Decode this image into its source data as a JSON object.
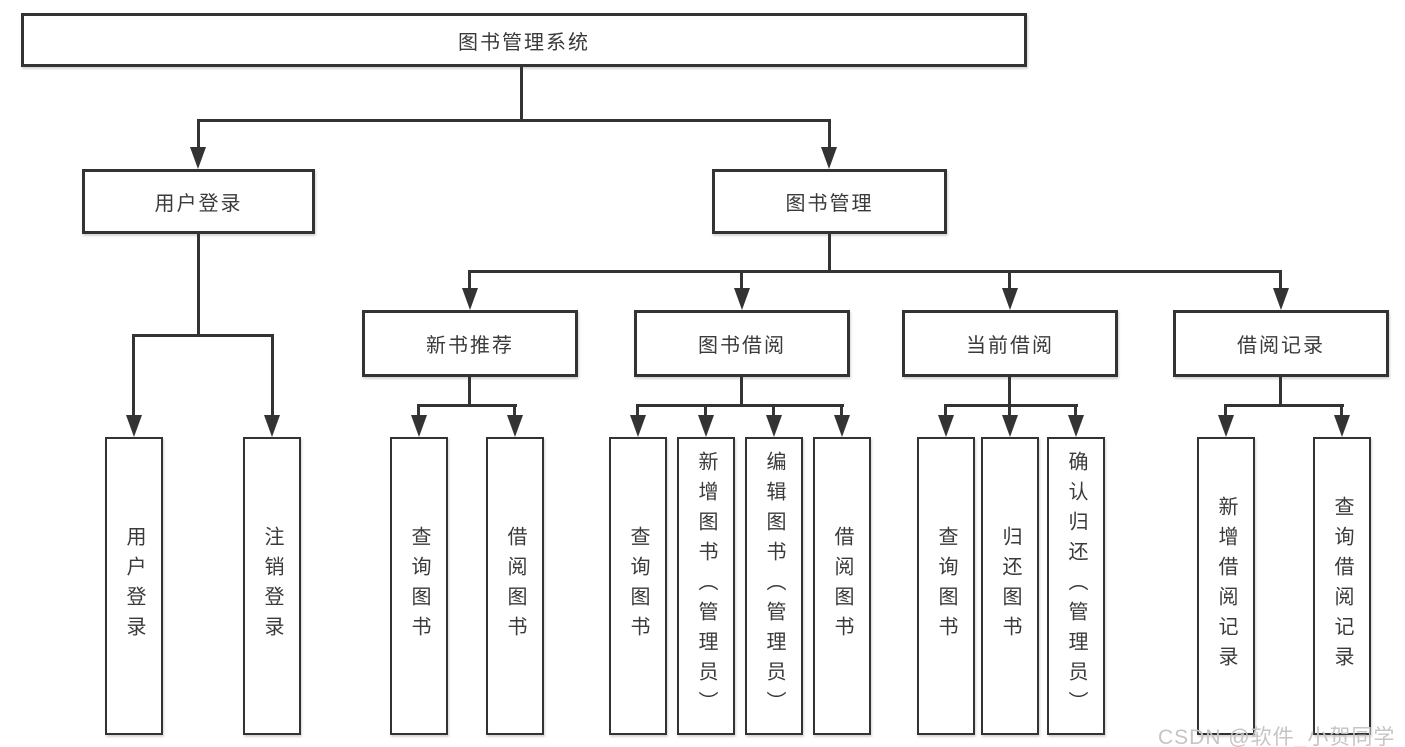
{
  "diagram": {
    "root": "图书管理系统",
    "level1": [
      "用户登录",
      "图书管理"
    ],
    "level2": [
      "新书推荐",
      "图书借阅",
      "当前借阅",
      "借阅记录"
    ],
    "leaves": {
      "user_login": [
        "用户登录",
        "注销登录"
      ],
      "new_books": [
        "查询图书",
        "借阅图书"
      ],
      "book_borrow": [
        "查询图书",
        "新增图书（管理员）",
        "编辑图书（管理员）",
        "借阅图书"
      ],
      "current_borrow": [
        "查询图书",
        "归还图书",
        "确认归还（管理员）"
      ],
      "borrow_records": [
        "新增借阅记录",
        "查询借阅记录"
      ]
    }
  },
  "watermark": "CSDN @软件_小贺同学",
  "colors": {
    "line": "#333333",
    "box_border": "#333333",
    "box_fill": "#ffffff",
    "text": "#3a3a3a",
    "watermark": "#c5c5c5",
    "background": "#ffffff"
  }
}
